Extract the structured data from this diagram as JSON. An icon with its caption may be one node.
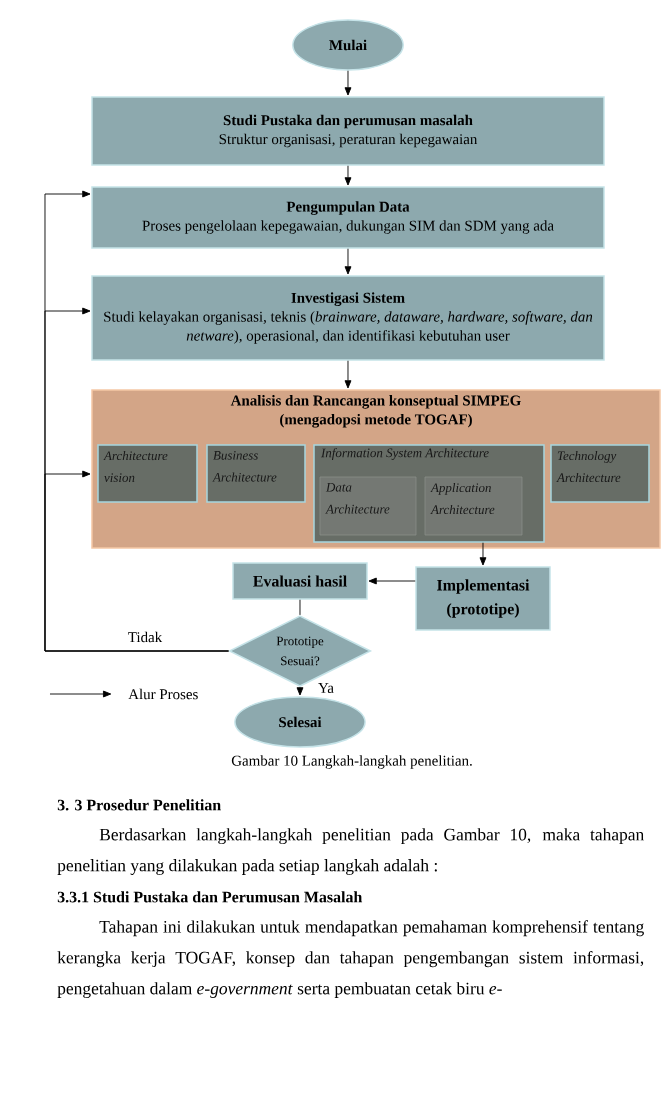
{
  "diagram": {
    "caption": "Gambar 10  Langkah-langkah penelitian.",
    "nodes": [
      {
        "text": [
          "Mulai"
        ]
      },
      {
        "text": [
          "Studi Pustaka dan perumusan masalah",
          "Struktur organisasi, peraturan kepegawaian"
        ]
      },
      {
        "text": [
          "Pengumpulan Data",
          "Proses pengelolaan kepegawaian, dukungan SIM dan SDM yang ada"
        ]
      },
      {
        "text": [
          "Investigasi Sistem",
          "Studi kelayakan organisasi, teknis (*brainware, dataware, hardware, software, dan netware*), operasional, dan identifikasi kebutuhan user"
        ]
      },
      {
        "text": [
          "Analisis dan Rancangan konseptual SIMPEG (mengadopsi metode TOGAF)"
        ]
      },
      {
        "text": [
          "Architecture vision"
        ],
        "in": 4
      },
      {
        "text": [
          "Business Architecture"
        ],
        "in": 4
      },
      {
        "text": [
          "Information System Architecture"
        ],
        "in": 4
      },
      {
        "text": [
          "Data Architecture"
        ],
        "in": 7
      },
      {
        "text": [
          "Application Architecture"
        ],
        "in": 7
      },
      {
        "text": [
          "Technology Architecture"
        ],
        "in": 4
      },
      {
        "text": [
          "Evaluasi hasil"
        ]
      },
      {
        "text": [
          "Implementasi (prototipe)"
        ]
      },
      {
        "text": [
          "Prototipe Sesuai?"
        ]
      },
      {
        "text": [
          "Selesai"
        ]
      }
    ],
    "edges": [
      {
        "from": 0,
        "to": 1,
        "arrow": "to"
      },
      {
        "from": 1,
        "to": 2,
        "arrow": "to"
      },
      {
        "from": 2,
        "to": 3,
        "arrow": "to"
      },
      {
        "from": 3,
        "to": 4,
        "arrow": "to"
      },
      {
        "from": 7,
        "to": 12,
        "arrow": "to"
      },
      {
        "from": 12,
        "to": 11,
        "arrow": "to"
      },
      {
        "from": 11,
        "to": 13,
        "arrow": "none"
      },
      {
        "from": 13,
        "to": 14,
        "arrow": "to",
        "label": "Ya"
      },
      {
        "from": 13,
        "to": 2,
        "arrow": "to",
        "label": "Tidak"
      },
      {
        "from": 13,
        "to": 3,
        "arrow": "to"
      },
      {
        "from": 13,
        "to": 4,
        "arrow": "to"
      }
    ],
    "labels": [
      "3. 3 Prosedur Penelitian",
      "Berdasarkan langkah-langkah penelitian pada Gambar 10, maka tahapan penelitian yang dilakukan pada setiap langkah adalah :",
      "3.3.1 Studi Pustaka dan Perumusan Masalah",
      "Tahapan ini dilakukan untuk mendapatkan pemahaman komprehensif tentang kerangka kerja TOGAF, konsep dan tahapan pengembangan sistem informasi, pengetahuan dalam *e-government* serta pembuatan cetak biru *e-*"
    ],
    "legend": [
      {
        "text": "Alur Proses"
      }
    ]
  }
}
